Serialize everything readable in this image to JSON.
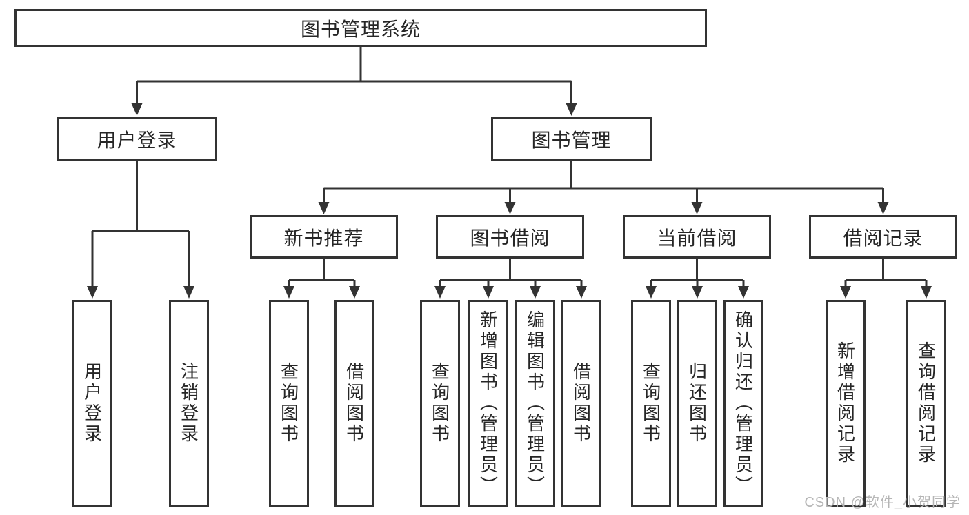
{
  "tree": {
    "root": {
      "label": "图书管理系统",
      "children": [
        {
          "label": "用户登录",
          "children": [
            {
              "label": "用户登录"
            },
            {
              "label": "注销登录"
            }
          ]
        },
        {
          "label": "图书管理",
          "children": [
            {
              "label": "新书推荐",
              "children": [
                {
                  "label": "查询图书"
                },
                {
                  "label": "借阅图书"
                }
              ]
            },
            {
              "label": "图书借阅",
              "children": [
                {
                  "label": "查询图书"
                },
                {
                  "label": "新增图书（管理员）"
                },
                {
                  "label": "编辑图书（管理员）"
                },
                {
                  "label": "借阅图书"
                }
              ]
            },
            {
              "label": "当前借阅",
              "children": [
                {
                  "label": "查询图书"
                },
                {
                  "label": "归还图书"
                },
                {
                  "label": "确认归还（管理员）"
                }
              ]
            },
            {
              "label": "借阅记录",
              "children": [
                {
                  "label": "新增借阅记录"
                },
                {
                  "label": "查询借阅记录"
                }
              ]
            }
          ]
        }
      ]
    }
  },
  "watermark": {
    "text": "CSDN @软件_小贺同学"
  },
  "colors": {
    "line": "#333333",
    "border": "#333333",
    "text": "#262626",
    "background": "#ffffff",
    "watermark": "#b5b5b5"
  }
}
